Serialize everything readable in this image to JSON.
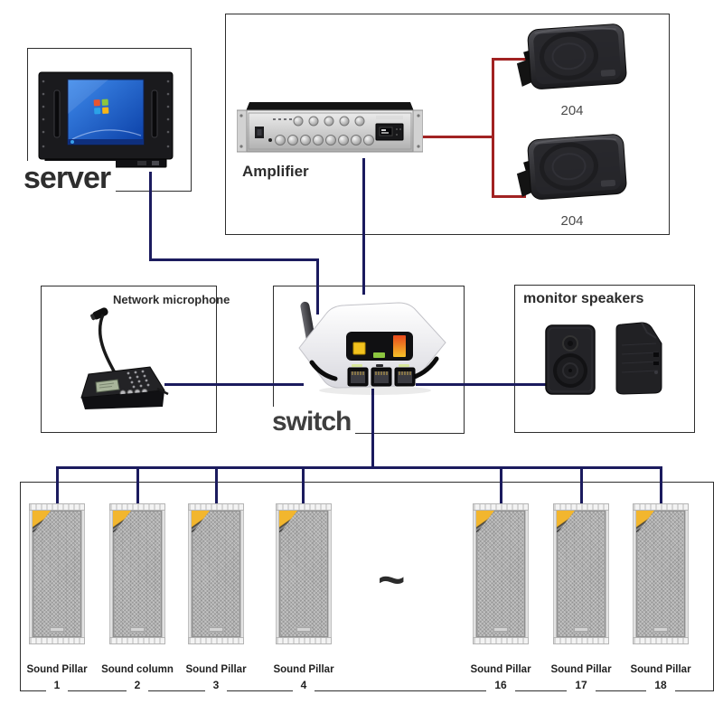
{
  "diagram": {
    "server": {
      "label": "server"
    },
    "amplifier_group": {
      "label": "Amplifier",
      "speakers": [
        {
          "label": "204"
        },
        {
          "label": "204"
        }
      ]
    },
    "microphone": {
      "label": "Network microphone"
    },
    "switch": {
      "label": "switch"
    },
    "monitors": {
      "label": "monitor speakers"
    },
    "pillars": [
      {
        "name": "Sound Pillar",
        "number": "1"
      },
      {
        "name": "Sound column",
        "number": "2"
      },
      {
        "name": "Sound Pillar",
        "number": "3"
      },
      {
        "name": "Sound Pillar",
        "number": "4"
      },
      {
        "name": "Sound Pillar",
        "number": "16"
      },
      {
        "name": "Sound Pillar",
        "number": "17"
      },
      {
        "name": "Sound Pillar",
        "number": "18"
      }
    ],
    "gap_symbol": "~",
    "colors": {
      "network_line": "#1b1b5e",
      "audio_line": "#a12222"
    }
  }
}
